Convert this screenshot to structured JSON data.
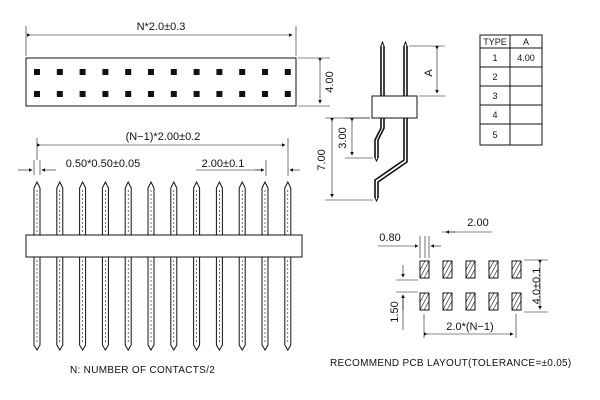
{
  "dims": {
    "top_width": "N*2.0±0.3",
    "top_height": "4.00",
    "pitch_total": "(N−1)*2.00±0.2",
    "pin_size": "0.50*0.50±0.05",
    "pitch": "2.00±0.1",
    "side_a": "A",
    "side_300": "3.00",
    "side_700": "7.00",
    "pcb_080": "0.80",
    "pcb_200": "2.00",
    "pcb_150": "1.50",
    "pcb_40": "4.0±0.1",
    "pcb_pitch": "2.0*(N−1)"
  },
  "type_table": {
    "headers": [
      "TYPE",
      "A"
    ],
    "rows": [
      {
        "type": "1",
        "a": "4.00"
      },
      {
        "type": "2",
        "a": ""
      },
      {
        "type": "3",
        "a": ""
      },
      {
        "type": "4",
        "a": ""
      },
      {
        "type": "5",
        "a": ""
      }
    ]
  },
  "notes": {
    "contacts": "N: NUMBER OF CONTACTS/2",
    "pcb": "RECOMMEND PCB LAYOUT(TOLERANCE=±0.05)"
  }
}
